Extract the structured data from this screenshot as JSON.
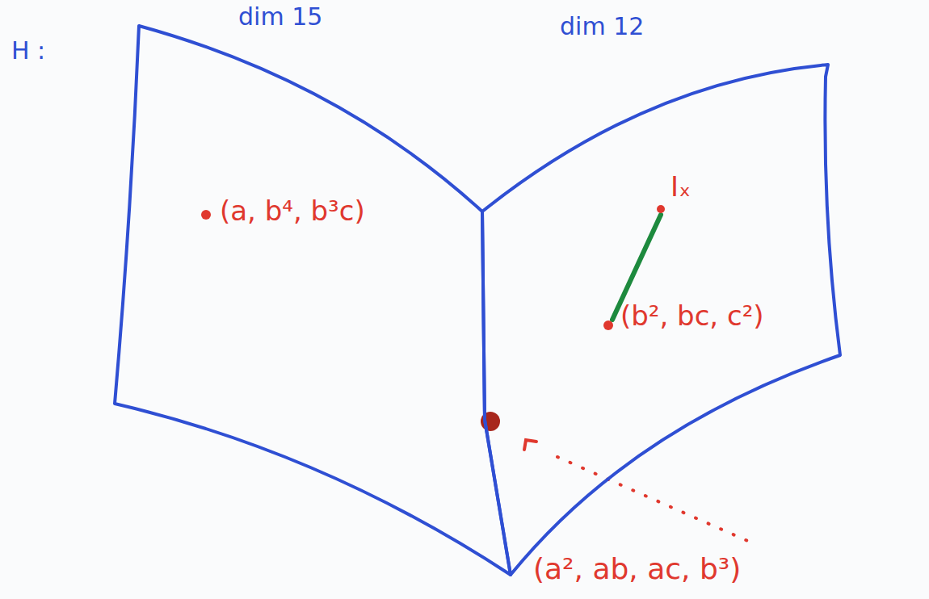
{
  "diagram": {
    "nodes": [
      {
        "text": [
          "dim 15",
          "(a, b⁴, b³c)"
        ]
      },
      {
        "text": [
          "dim 12",
          "Iₓ",
          "(b², bc, c²)"
        ]
      }
    ],
    "labels": [
      "H :",
      "(a², ab, ac, b³)"
    ]
  }
}
